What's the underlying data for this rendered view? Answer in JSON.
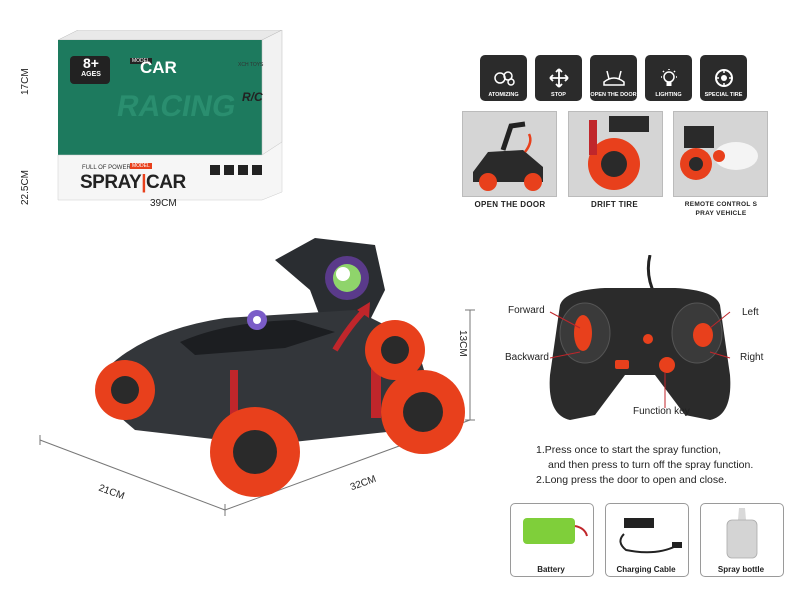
{
  "box": {
    "age": "8+",
    "age_sub": "AGES",
    "model_top": "MODEL",
    "side_word": "CAR",
    "racing": "RACING",
    "brand": "XCH TOYS",
    "rc": "R/C",
    "tagline": "FULL OF POWER",
    "model_tag": "MODEL",
    "title_left": "SPRAY",
    "title_right": "CAR",
    "height_dim": "17CM",
    "depth_dim": "22.5CM",
    "width_dim": "39CM"
  },
  "features": [
    {
      "icon": "atomizing-icon",
      "label": "ATOMIZING"
    },
    {
      "icon": "stop-arrows-icon",
      "label": "STOP"
    },
    {
      "icon": "open-door-icon",
      "label": "OPEN THE DOOR"
    },
    {
      "icon": "lighting-icon",
      "label": "LIGHTING"
    },
    {
      "icon": "special-tire-icon",
      "label": "SPECIAL TIRE"
    }
  ],
  "photos": [
    {
      "caption": "OPEN THE DOOR"
    },
    {
      "caption": "DRIFT TIRE"
    },
    {
      "caption": "REMOTE CONTROL S PRAY VEHICLE"
    }
  ],
  "car_dims": {
    "height": "13CM",
    "width": "32CM",
    "depth": "21CM"
  },
  "remote": {
    "forward": "Forward",
    "backward": "Backward",
    "left": "Left",
    "right": "Right",
    "function_key": "Function key"
  },
  "instructions": {
    "line1": "1.Press once to start the spray function,",
    "line2": "and then press to turn off the spray function.",
    "line3": "2.Long press the door to open and close."
  },
  "accessories": [
    {
      "label": "Battery"
    },
    {
      "label": "Charging Cable"
    },
    {
      "label": "Spray bottle"
    }
  ],
  "colors": {
    "accent": "#e8401c",
    "box_green": "#1d7a5e",
    "dark": "#2b2b2b"
  }
}
